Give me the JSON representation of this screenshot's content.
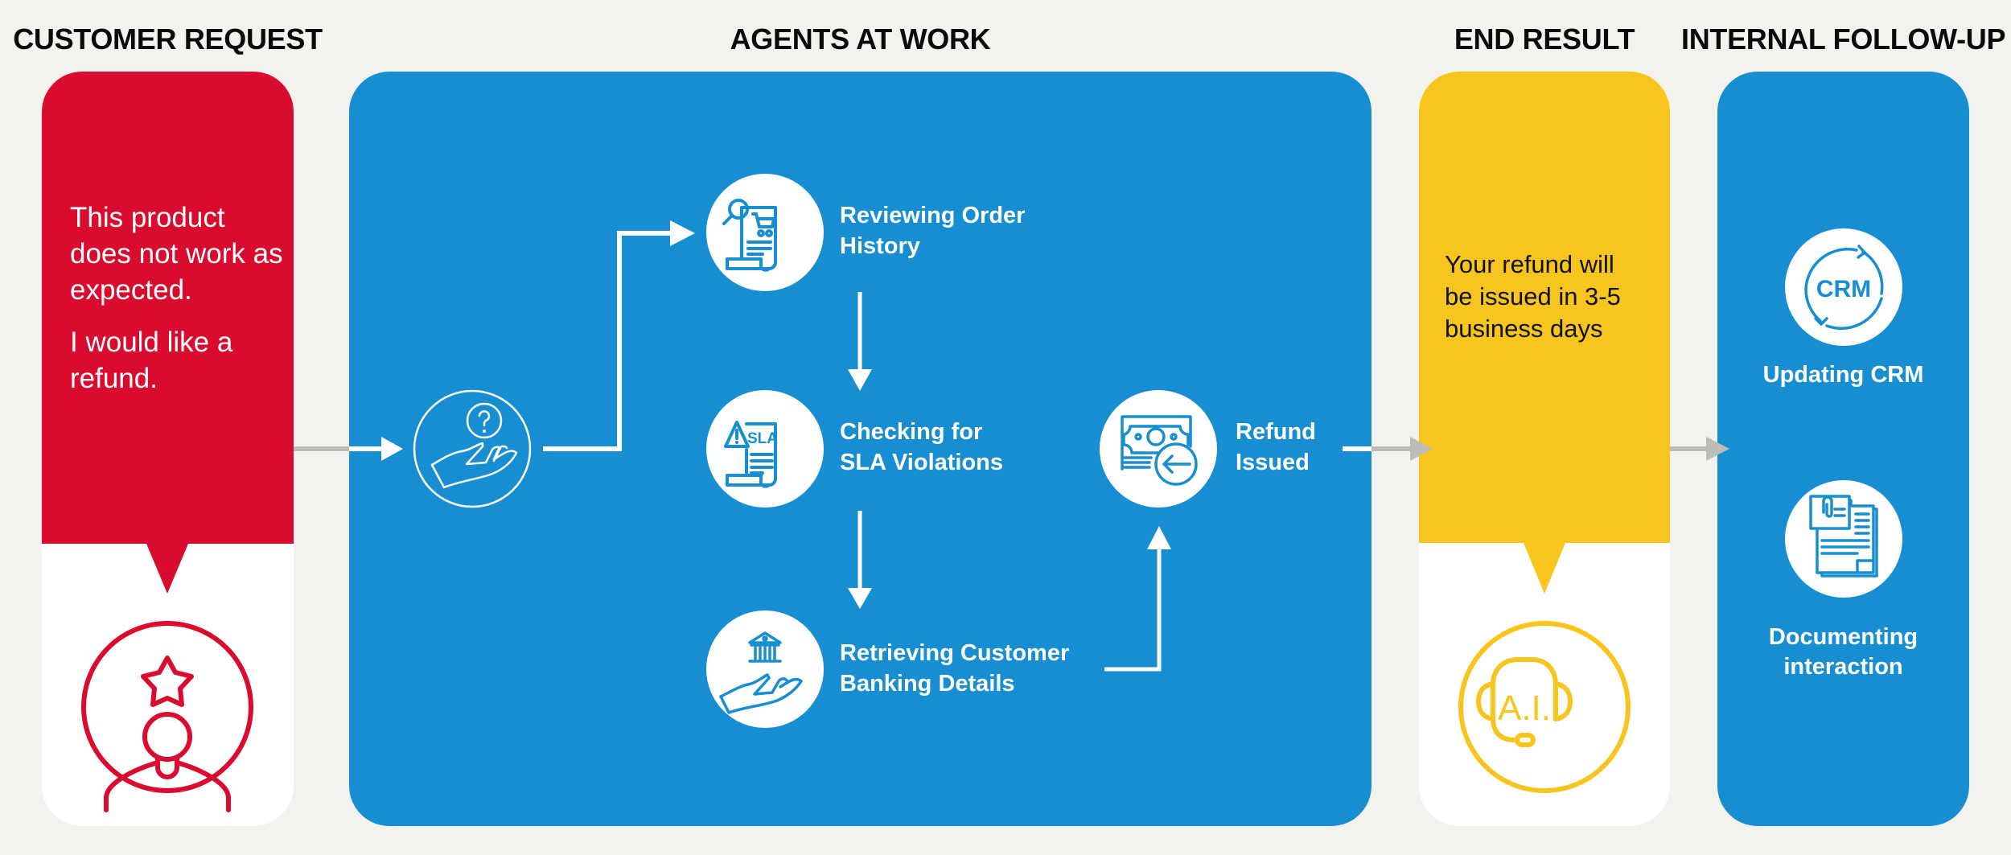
{
  "colors": {
    "background": "#F3F2EE",
    "customer_red": "#D90B2F",
    "agent_blue": "#178ED1",
    "result_yellow": "#F7C51E",
    "connector_grey": "#BDBCB7"
  },
  "columns": {
    "customer_request": {
      "heading": "CUSTOMER REQUEST",
      "message": [
        "This product does not work as expected.",
        "I would like a refund."
      ],
      "icon": "customer-star-icon"
    },
    "agents_at_work": {
      "heading": "AGENTS AT WORK",
      "intake_icon": "hand-question-icon",
      "steps": [
        {
          "label_lines": [
            "Reviewing Order",
            "History"
          ],
          "icon": "order-history-icon"
        },
        {
          "label_lines": [
            "Checking for",
            "SLA Violations"
          ],
          "icon": "sla-document-icon",
          "icon_text": "SLA"
        },
        {
          "label_lines": [
            "Retrieving Customer",
            "Banking Details"
          ],
          "icon": "bank-hand-icon"
        },
        {
          "label_lines": [
            "Refund",
            "Issued"
          ],
          "icon": "money-refund-icon"
        }
      ]
    },
    "end_result": {
      "heading": "END RESULT",
      "message_lines": [
        "Your refund will",
        "be issued in 3-5",
        "business days"
      ],
      "icon": "ai-headset-icon",
      "icon_text": "A.I."
    },
    "internal_follow_up": {
      "heading": "INTERNAL FOLLOW-UP",
      "items": [
        {
          "label_lines": [
            "Updating CRM"
          ],
          "icon": "crm-sync-icon",
          "icon_text": "CRM"
        },
        {
          "label_lines": [
            "Documenting",
            "interaction"
          ],
          "icon": "documents-clip-icon"
        }
      ]
    }
  }
}
